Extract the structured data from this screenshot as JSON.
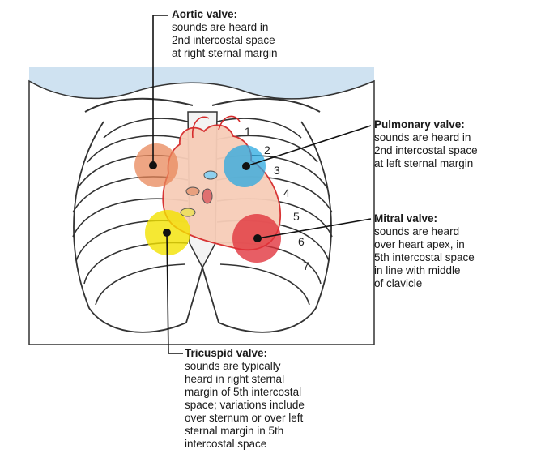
{
  "labels": {
    "aortic": {
      "title": "Aortic valve:",
      "desc": "sounds are heard in\n2nd intercostal space\nat right sternal margin"
    },
    "pulmonary": {
      "title": "Pulmonary valve:",
      "desc": "sounds are heard in\n2nd intercostal space\nat left sternal margin"
    },
    "mitral": {
      "title": "Mitral valve:",
      "desc": "sounds are heard\nover heart apex, in\n5th intercostal space\nin line with middle\nof clavicle"
    },
    "tricuspid": {
      "title": "Tricuspid valve:",
      "desc": "sounds are typically\nheard in right sternal\nmargin of 5th intercostal\nspace; variations include\nover sternum or over left\nsternal margin in 5th\nintercostal space"
    }
  },
  "rib_numbers": [
    "1",
    "2",
    "3",
    "4",
    "5",
    "6",
    "7"
  ],
  "colors": {
    "background_panel": "#cfe2f1",
    "heart_fill": "#f7cdb8",
    "heart_outline": "#d62b2b",
    "aortic_area": "#e8875a",
    "pulmonary_area": "#2aa8e0",
    "mitral_area": "#e0313a",
    "tricuspid_area": "#f2e200",
    "line": "#111111"
  }
}
